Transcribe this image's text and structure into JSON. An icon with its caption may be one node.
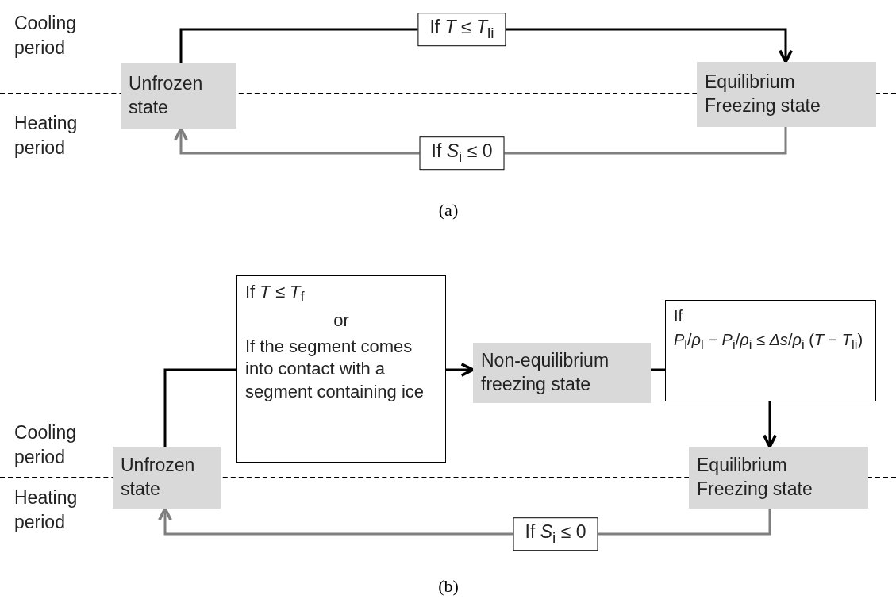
{
  "diagram": {
    "nodes": [
      {
        "text": [
          "Unfrozen state"
        ]
      },
      {
        "text": [
          "Equilibrium Freezing state"
        ]
      },
      {
        "text": [
          "Unfrozen state"
        ]
      },
      {
        "text": [
          "If *T* ≤ *T*$_{f}$",
          "or",
          "If the segment comes into contact with a segment containing ice"
        ]
      },
      {
        "text": [
          "Non-equilibrium freezing state"
        ]
      },
      {
        "text": [
          "If",
          "*P*$_{l}$/*ρ*$_{l}$ − *P*$_{i}$/*ρ*$_{i}$ ≤ *Δs*/*ρ*$_{i}$ (*T* − *T*$_{li}$)"
        ]
      },
      {
        "text": [
          "Equilibrium Freezing state"
        ]
      }
    ],
    "edges": [
      {
        "from": 0,
        "to": 1,
        "arrow": "to",
        "label": "If *T* ≤ *T*$_{li}$"
      },
      {
        "from": 1,
        "to": 0,
        "arrow": "to",
        "label": "If *S*$_{i}$ ≤ 0",
        "color": "#7f7f7f"
      },
      {
        "from": 2,
        "to": 3,
        "arrow": "none"
      },
      {
        "from": 3,
        "to": 4,
        "arrow": "to"
      },
      {
        "from": 4,
        "to": 5,
        "arrow": "none"
      },
      {
        "from": 5,
        "to": 6,
        "arrow": "to"
      },
      {
        "from": 6,
        "to": 2,
        "arrow": "to",
        "label": "If *S*$_{i}$ ≤ 0",
        "color": "#7f7f7f"
      }
    ],
    "labels": [
      "Cooling period",
      "Heating period",
      "(a)",
      "Cooling period",
      "Heating period",
      "(b)"
    ]
  }
}
